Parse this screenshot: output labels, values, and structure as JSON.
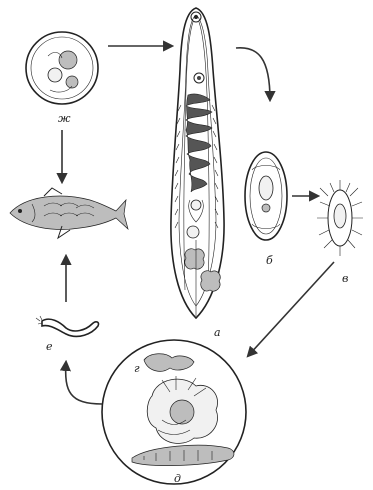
{
  "figure": {
    "labels": {
      "a": "а",
      "b": "б",
      "v": "в",
      "g": "г",
      "d": "д",
      "e": "е",
      "zh": "ж"
    }
  }
}
